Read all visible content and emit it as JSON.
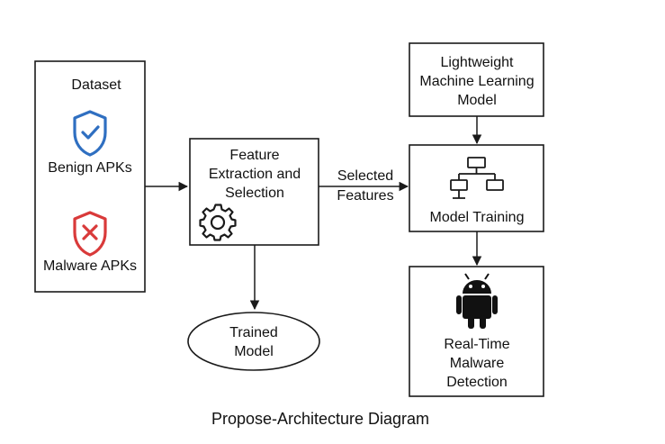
{
  "diagram": {
    "dataset": {
      "title": "Dataset",
      "benign_label": "Benign APKs",
      "malware_label": "Malware APKs"
    },
    "feature_extraction": {
      "line1": "Feature",
      "line2": "Extraction and",
      "line3": "Selection"
    },
    "selected_features": {
      "line1": "Selected",
      "line2": "Features"
    },
    "lightweight_model": {
      "line1": "Lightweight",
      "line2": "Machine Learning",
      "line3": "Model"
    },
    "model_training": {
      "label": "Model Training"
    },
    "trained_model": {
      "line1": "Trained",
      "line2": "Model"
    },
    "detection": {
      "line1": "Real-Time",
      "line2": "Malware",
      "line3": "Detection"
    },
    "caption": "Propose-Architecture Diagram"
  },
  "colors": {
    "benign_shield": "#2f6fc1",
    "malware_shield": "#d93a3a",
    "android": "#111111",
    "stroke": "#1a1a1a"
  },
  "icons": {
    "benign": "shield-check-icon",
    "malware": "shield-x-icon",
    "feature": "gear-icon",
    "training": "hierarchy-tree-icon",
    "detection": "android-robot-icon"
  }
}
